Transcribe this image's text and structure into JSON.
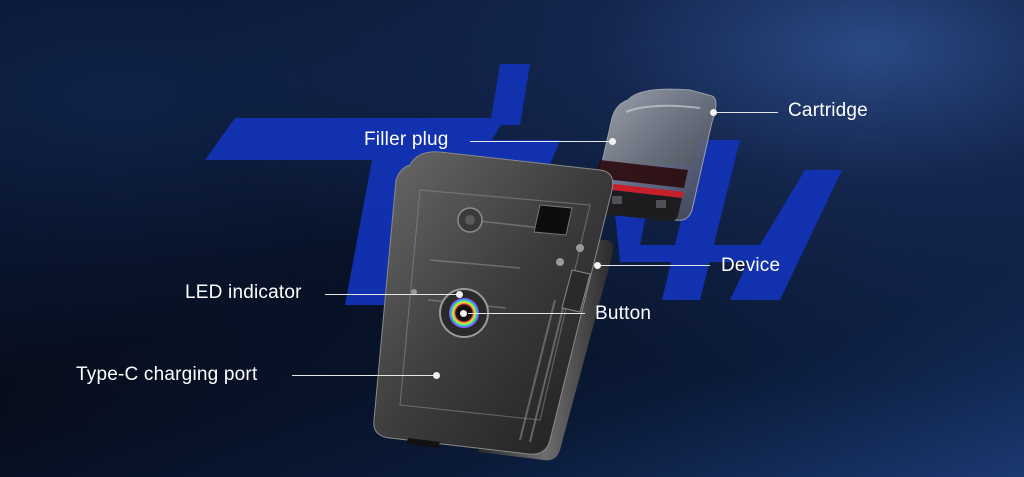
{
  "callouts": {
    "cartridge": "Cartridge",
    "filler_plug": "Filler plug",
    "device": "Device",
    "led_indicator": "LED indicator",
    "button": "Button",
    "type_c_port": "Type-C charging port"
  },
  "colors": {
    "background_dark": "#060b18",
    "background_blue": "#1b3870",
    "logo_blue": "#1233b8",
    "label_text": "#ffffff",
    "leader_line": "#e6e6e6",
    "cartridge_red_band": "#c8202a"
  },
  "icons": {
    "background_logo": "brand-watermark-logo",
    "led_ring": "rainbow-led-ring"
  }
}
